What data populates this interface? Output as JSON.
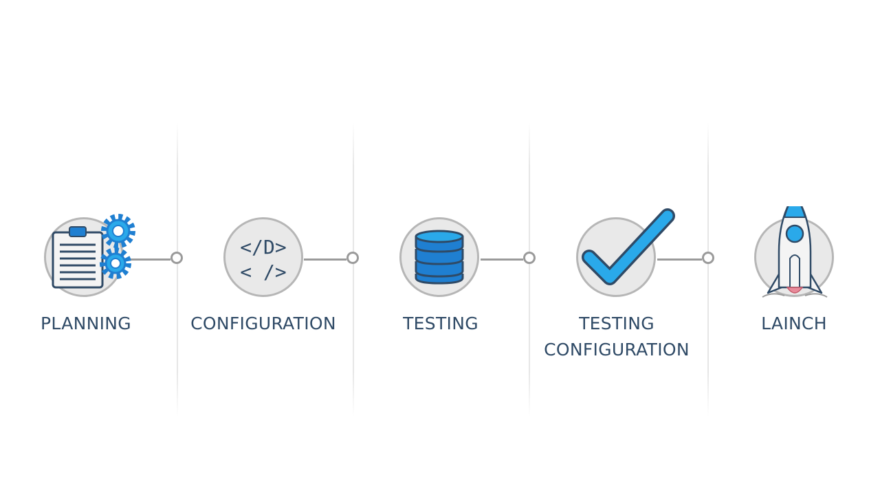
{
  "diagram": {
    "stages": [
      {
        "label": "PLANNING",
        "icon": "clipboard-gears-icon"
      },
      {
        "label": "CONFIGURATION",
        "icon": "code-brackets-icon",
        "code_lines": [
          "</D>",
          "< />"
        ]
      },
      {
        "label": "TESTING",
        "icon": "database-icon"
      },
      {
        "label": "TESTING\nCONFIGURATION",
        "icon": "checkmark-icon"
      },
      {
        "label": "LAINCH",
        "icon": "rocket-icon"
      }
    ],
    "colors": {
      "label": "#2f4a66",
      "accent_blue": "#1f7fd1",
      "bright_blue": "#2aa9ea",
      "circle_fill": "#e9e9e9",
      "circle_stroke": "#b6b6b6",
      "connector": "#9a9a9a"
    }
  }
}
